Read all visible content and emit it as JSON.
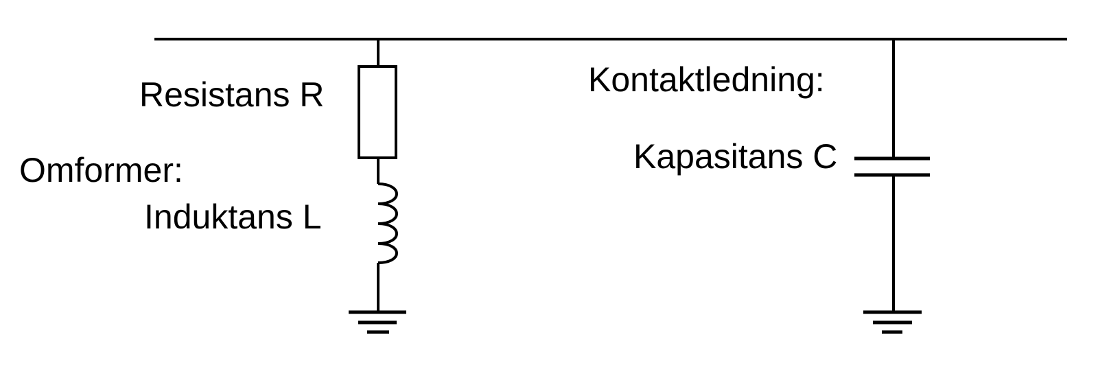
{
  "diagram": {
    "type": "circuit-schematic",
    "background_color": "#ffffff",
    "line_color": "#000000",
    "text_color": "#000000",
    "groups": {
      "converter": {
        "label": "Omformer:",
        "components": [
          {
            "name": "resistor",
            "symbol": "resistor-box",
            "label": "Resistans R"
          },
          {
            "name": "inductor",
            "symbol": "inductor-coil",
            "label": "Induktans L"
          },
          {
            "name": "ground",
            "symbol": "ground-icon",
            "label": ""
          }
        ]
      },
      "catenary": {
        "label": "Kontaktledning:",
        "components": [
          {
            "name": "capacitor",
            "symbol": "capacitor-plates",
            "label": "Kapasitans C"
          },
          {
            "name": "ground",
            "symbol": "ground-icon",
            "label": ""
          }
        ]
      }
    }
  }
}
